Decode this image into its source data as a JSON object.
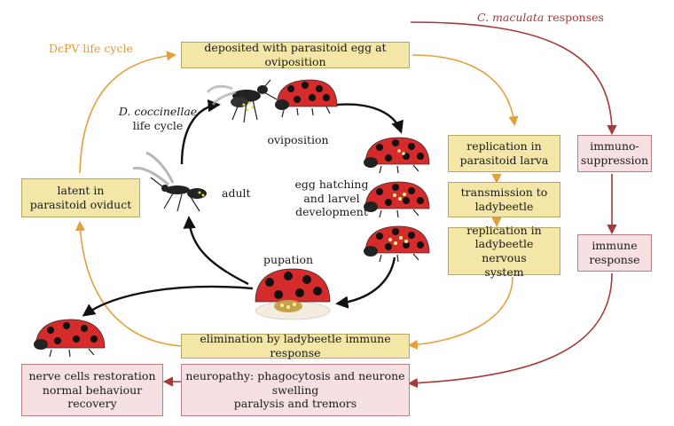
{
  "titles": {
    "dcpv_cycle": "DcPV life cycle",
    "cmaculata_species": "C. maculata",
    "cmaculata_rest": " responses",
    "dcocc_species": "D. coccinellae",
    "dcocc_rest": "life cycle"
  },
  "boxes": {
    "oviposition_deposit": "deposited with parasitoid egg at oviposition",
    "latent": "latent in\nparasitoid oviduct",
    "replication_larva": "replication in\nparasitoid larva",
    "transmission": "transmission to\nladybeetle",
    "replication_nervous": "replication in\nladybeetle nervous\nsystem",
    "elimination": "elimination  by ladybeetle immune response",
    "immunosuppression": "immuno-\nsuppression",
    "immune_response": "immune\nresponse",
    "neuropathy": "neuropathy:  phagocytosis  and neurone\nswelling\nparalysis and tremors",
    "recovery": "nerve cells restoration\nnormal behaviour\nrecovery"
  },
  "stages": {
    "oviposition": "oviposition",
    "egg_hatching": "egg hatching\nand larvel\ndevelopment",
    "adult": "adult",
    "pupation": "pupation"
  },
  "colors": {
    "orange_arrow": "#e3a13c",
    "red_arrow": "#a63a3a",
    "black_arrow": "#111111",
    "yellow_box": "#f3e6a6",
    "pink_box": "#f6e0e2",
    "beetle_red": "#d62b2b"
  }
}
